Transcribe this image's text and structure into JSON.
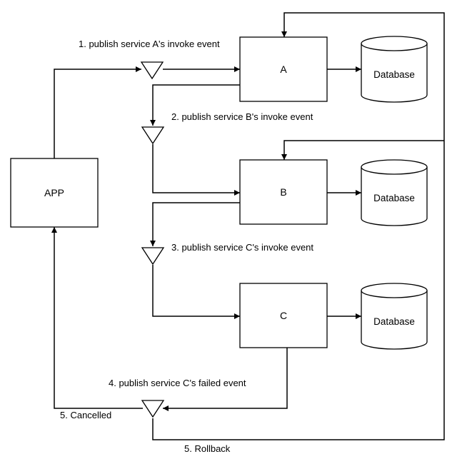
{
  "nodes": {
    "app": "APP",
    "a": "A",
    "b": "B",
    "c": "C",
    "db_a": "Database",
    "db_b": "Database",
    "db_c": "Database"
  },
  "steps": {
    "s1": "1. publish service A's invoke event",
    "s2": "2. publish service B's invoke event",
    "s3": "3. publish service C's invoke event",
    "s4": "4. publish service C's failed event",
    "s5_cancel": "5. Cancelled",
    "s5_rollback": "5. Rollback"
  }
}
